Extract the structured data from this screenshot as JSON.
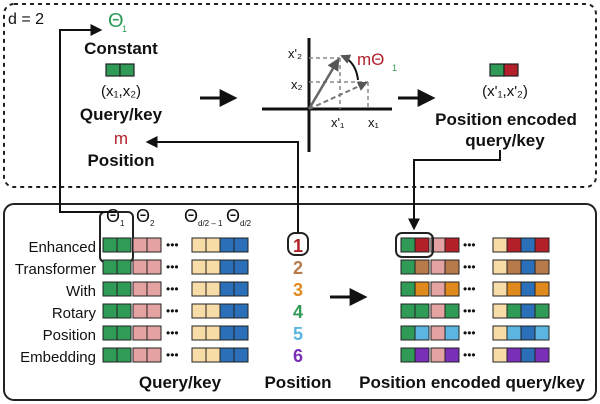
{
  "colors": {
    "green": "#2f9b57",
    "pink": "#e4a2a2",
    "cream": "#f7dca8",
    "blue": "#2b6fb8",
    "theta_green": "#2f9b57",
    "m_red": "#b3202a",
    "box_stroke": "#222222",
    "position_colors": [
      "#b3202a",
      "#b97a4a",
      "#e08a1e",
      "#2f9b57",
      "#5bb5e0",
      "#7a2fb8"
    ]
  },
  "top": {
    "d_label": "d = 2",
    "theta_symbol": "Θ",
    "theta_sub": "1",
    "constant_label": "Constant",
    "xy_label": "(x₁,x₂)",
    "query_key_label": "Query/key",
    "m_symbol": "m",
    "position_label": "Position",
    "rotation_label": "mΘ",
    "rotation_sub": "1",
    "axis_x2_prime": "x'₂",
    "axis_x2": "x₂",
    "axis_x1_prime": "x'₁",
    "axis_x1": "x₁",
    "encoded_xy_label": "(x'₁,x'₂)",
    "encoded_label_line1": "Position encoded",
    "encoded_label_line2": "query/key"
  },
  "bottom": {
    "theta_labels": [
      "Θ",
      "Θ",
      "Θ",
      "Θ"
    ],
    "theta_subs": [
      "1",
      "2",
      "d/2 – 1",
      "d/2"
    ],
    "row_labels": [
      "Enhanced",
      "Transformer",
      "With",
      "Rotary",
      "Position",
      "Embedding"
    ],
    "position_numbers": [
      "1",
      "2",
      "3",
      "4",
      "5",
      "6"
    ],
    "ellipsis": "•••",
    "query_key_label": "Query/key",
    "position_label": "Position",
    "encoded_label": "Position encoded query/key"
  }
}
